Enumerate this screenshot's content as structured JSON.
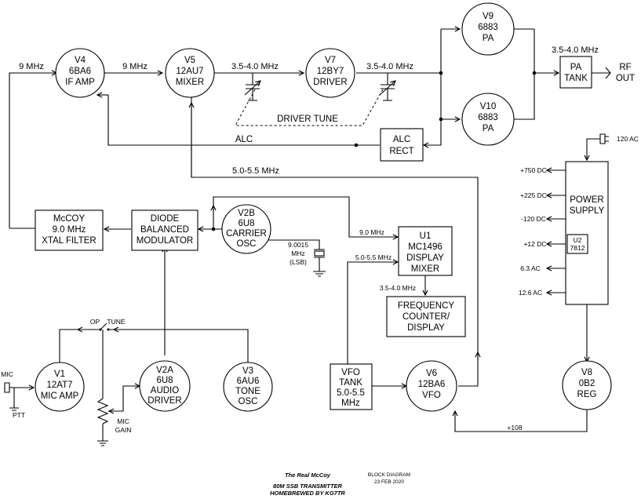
{
  "blocks": {
    "v4": [
      "V4",
      "6BA6",
      "IF AMP"
    ],
    "v5": [
      "V5",
      "12AU7",
      "MIXER"
    ],
    "v7": [
      "V7",
      "12BY7",
      "DRIVER"
    ],
    "v9": [
      "V9",
      "6883",
      "PA"
    ],
    "v10": [
      "V10",
      "6883",
      "PA"
    ],
    "pa_tank": [
      "PA",
      "TANK"
    ],
    "alc_rect": [
      "ALC",
      "RECT"
    ],
    "xtal_filter": [
      "McCOY",
      "9.0 MHz",
      "XTAL FILTER"
    ],
    "modulator": [
      "DIODE",
      "BALANCED",
      "MODULATOR"
    ],
    "v2b": [
      "V2B",
      "6U8",
      "CARRIER",
      "OSC"
    ],
    "u1": [
      "U1",
      "MC1496",
      "DISPLAY",
      "MIXER"
    ],
    "freq_counter": [
      "FREQUENCY",
      "COUNTER/",
      "DISPLAY"
    ],
    "power_supply": [
      "POWER",
      "SUPPLY"
    ],
    "u2": [
      "U2",
      "7812"
    ],
    "v1": [
      "V1",
      "12AT7",
      "MIC AMP"
    ],
    "v2a": [
      "V2A",
      "6U8",
      "AUDIO",
      "DRIVER"
    ],
    "v3": [
      "V3",
      "6AU6",
      "TONE",
      "OSC"
    ],
    "vfo_tank": [
      "VFO",
      "TANK",
      "5.0-5.5",
      "MHz"
    ],
    "v6": [
      "V6",
      "12BA6",
      "VFO"
    ],
    "v8": [
      "V8",
      "0B2",
      "REG"
    ]
  },
  "signals": {
    "if_in": "9 MHz",
    "if_out": "9 MHz",
    "mixer_out": "3.5-4.0 MHz",
    "driver_out": "3.5-4.0 MHz",
    "pa_out": "3.5-4.0 MHz",
    "rf_out": [
      "RF",
      "OUT"
    ],
    "alc": "ALC",
    "driver_tune": "DRIVER TUNE",
    "vfo_line": "5.0-5.5 MHz",
    "carrier_to_u1": "9.0 MHz",
    "vfo_to_u1": "5.0-5.5 MHz",
    "u1_out": "3.5-4.0 MHz",
    "crystal": [
      "9.0015",
      "MHz",
      "(LSB)"
    ],
    "op": "OP",
    "tune": "TUNE",
    "mic": "MIC",
    "ptt": "PTT",
    "mic_gain": [
      "MIC",
      "GAIN"
    ],
    "reg_108": "+108"
  },
  "power_outputs": [
    "+750 DC",
    "+225 DC",
    "-120 DC",
    "+12 DC",
    "6.3 AC",
    "12.6 AC"
  ],
  "ac_input": "120 AC",
  "footer": {
    "brand": "The Real McCoy",
    "title1": "80M SSB TRANSMITTER",
    "title2": "HOMEBREWED BY KG7TR",
    "doc_type": "BLOCK DIAGRAM",
    "date": "23 FEB 2020"
  }
}
